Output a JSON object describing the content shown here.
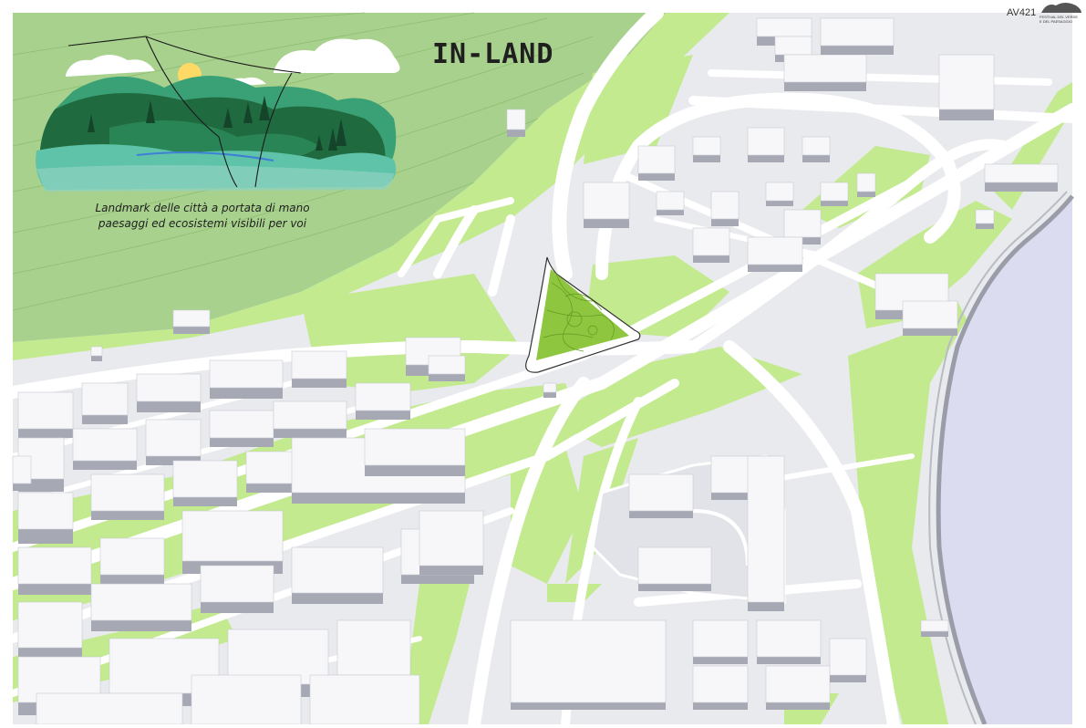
{
  "header": {
    "code": "AV421",
    "title": "IN-LAND",
    "logo_lines": [
      "FESTIVAL DEL VERDE",
      "E DEL PAESAGGIO"
    ]
  },
  "caption": {
    "line1": "Landmark delle città a portata di mano",
    "line2": "paesaggi ed ecosistemi visibili per voi"
  },
  "colors": {
    "hill": "#a9d18e",
    "park": "#c3ea8f",
    "road": "#ffffff",
    "block": "#e9eaee",
    "building_top": "#f7f7f9",
    "building_side": "#a6a8b4",
    "water": "#dcdcf1",
    "landmark": "#8fc63f",
    "illustration_dark": "#1f6b3f",
    "illustration_teal": "#5ec3a8"
  },
  "icons": [
    "landmark-triangle-icon",
    "landscape-illustration-icon",
    "festival-logo-icon"
  ]
}
